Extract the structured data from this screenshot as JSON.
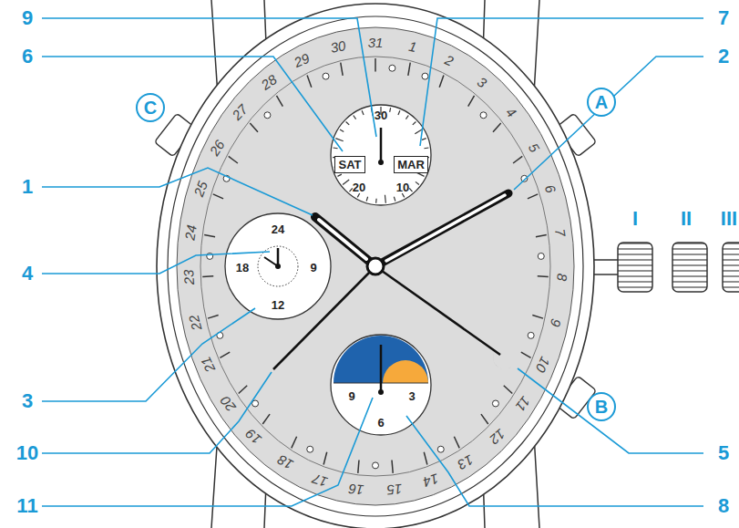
{
  "diagram": {
    "nodes": [
      {
        "text": [
          "C"
        ]
      },
      {
        "text": [
          "A"
        ]
      },
      {
        "text": [
          "SAT"
        ]
      },
      {
        "text": [
          "MAR"
        ]
      },
      {
        "text": [
          "B"
        ]
      }
    ],
    "labels": [
      "9",
      "7",
      "6",
      "2",
      "1",
      "4",
      "3",
      "10",
      "11",
      "5",
      "8",
      "I",
      "II",
      "III",
      "1",
      "2",
      "3",
      "4",
      "5",
      "6",
      "7",
      "8",
      "9",
      "10",
      "11",
      "12",
      "13",
      "14",
      "15",
      "16",
      "17",
      "18",
      "19",
      "20",
      "21",
      "22",
      "23",
      "24",
      "25",
      "26",
      "27",
      "28",
      "29",
      "30",
      "31",
      "30",
      "20",
      "10",
      "24",
      "18",
      "9",
      "12",
      "9",
      "3",
      "6"
    ]
  }
}
